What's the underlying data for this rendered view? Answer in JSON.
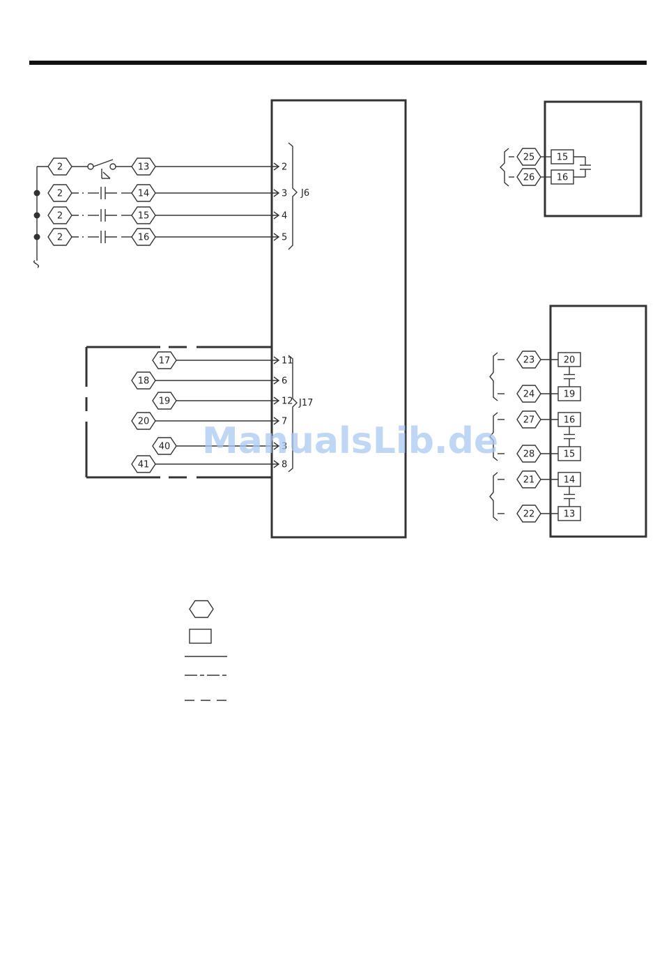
{
  "left_wires": [
    {
      "from": "2",
      "to": "13",
      "pin": "2",
      "device": "switch"
    },
    {
      "from": "2",
      "to": "14",
      "pin": "3",
      "device": "contact"
    },
    {
      "from": "2",
      "to": "15",
      "pin": "4",
      "device": "contact"
    },
    {
      "from": "2",
      "to": "16",
      "pin": "5",
      "device": "contact"
    }
  ],
  "connector_j6": "J6",
  "connector_j17": "J17",
  "j17_wires": [
    {
      "wire": "17",
      "pin": "11"
    },
    {
      "wire": "18",
      "pin": "6"
    },
    {
      "wire": "19",
      "pin": "12"
    },
    {
      "wire": "20",
      "pin": "7"
    },
    {
      "wire": "40",
      "pin": "3"
    },
    {
      "wire": "41",
      "pin": "8"
    }
  ],
  "right_top": [
    {
      "wire": "25",
      "terminal": "15"
    },
    {
      "wire": "26",
      "terminal": "16"
    }
  ],
  "right_bottom": [
    {
      "wire": "23",
      "terminal": "20"
    },
    {
      "wire": "24",
      "terminal": "19"
    },
    {
      "wire": "27",
      "terminal": "16"
    },
    {
      "wire": "28",
      "terminal": "15"
    },
    {
      "wire": "21",
      "terminal": "14"
    },
    {
      "wire": "22",
      "terminal": "13"
    }
  ],
  "watermark": "ManualsLib.de",
  "colors": {
    "line": "#333333",
    "watermark": "#a9c8f2"
  }
}
